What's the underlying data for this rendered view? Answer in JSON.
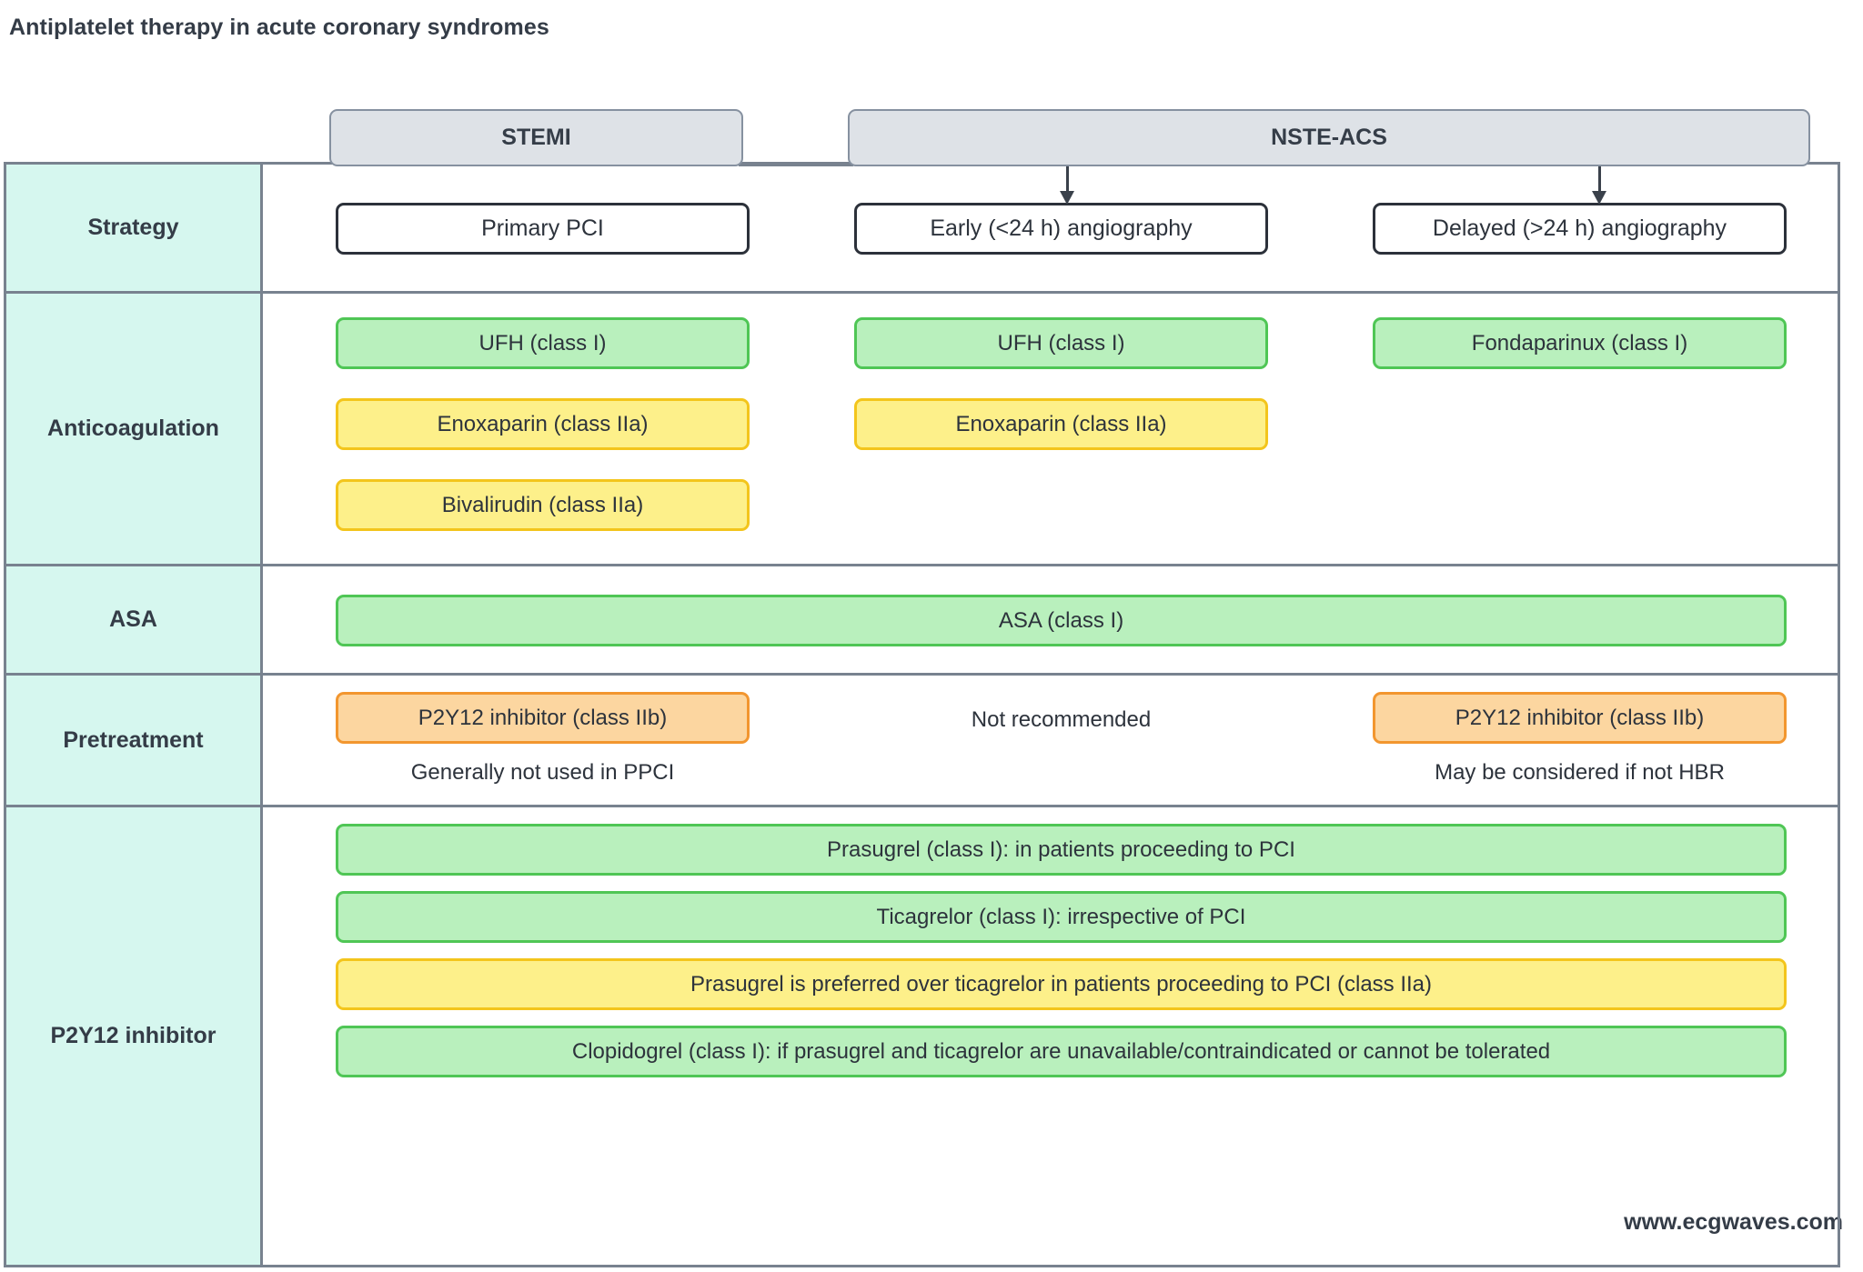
{
  "title": "Antiplatelet therapy in acute coronary syndromes",
  "headers": [
    {
      "id": "stemi",
      "label": "STEMI"
    },
    {
      "id": "nste-acs",
      "label": "NSTE-ACS"
    }
  ],
  "rows": [
    {
      "id": "strategy",
      "label": "Strategy",
      "items": [
        {
          "col": 1,
          "label": "Primary PCI",
          "style": "white"
        },
        {
          "col": 2,
          "label": "Early (<24 h) angiography",
          "style": "white"
        },
        {
          "col": 3,
          "label": "Delayed (>24 h) angiography",
          "style": "white"
        }
      ]
    },
    {
      "id": "anticoagulation",
      "label": "Anticoagulation",
      "items": [
        {
          "col": 1,
          "line": 1,
          "label": "UFH (class I)",
          "style": "green"
        },
        {
          "col": 2,
          "line": 1,
          "label": "UFH (class I)",
          "style": "green"
        },
        {
          "col": 3,
          "line": 1,
          "label": "Fondaparinux (class I)",
          "style": "green"
        },
        {
          "col": 1,
          "line": 2,
          "label": "Enoxaparin (class IIa)",
          "style": "yellow"
        },
        {
          "col": 2,
          "line": 2,
          "label": "Enoxaparin (class IIa)",
          "style": "yellow"
        },
        {
          "col": 1,
          "line": 3,
          "label": "Bivalirudin (class IIa)",
          "style": "yellow"
        }
      ]
    },
    {
      "id": "asa",
      "label": "ASA",
      "items": [
        {
          "col": "full",
          "label": "ASA (class I)",
          "style": "green"
        }
      ]
    },
    {
      "id": "pretreatment",
      "label": "Pretreatment",
      "items": [
        {
          "col": 1,
          "label": "P2Y12 inhibitor (class IIb)",
          "style": "orange"
        },
        {
          "col": 3,
          "label": "P2Y12 inhibitor (class IIb)",
          "style": "orange"
        }
      ],
      "notes": [
        {
          "col": 1,
          "label": "Generally not used in PPCI"
        },
        {
          "col": 2,
          "label": "Not recommended"
        },
        {
          "col": 3,
          "label": "May be considered if not HBR"
        }
      ]
    },
    {
      "id": "p2y12",
      "label": "P2Y12 inhibitor",
      "items": [
        {
          "col": "full",
          "line": 1,
          "label": "Prasugrel (class I): in patients proceeding to PCI",
          "style": "green"
        },
        {
          "col": "full",
          "line": 2,
          "label": "Ticagrelor (class I): irrespective of PCI",
          "style": "green"
        },
        {
          "col": "full",
          "line": 3,
          "label": "Prasugrel is preferred over ticagrelor in patients proceeding to PCI (class IIa)",
          "style": "yellow"
        },
        {
          "col": "full",
          "line": 4,
          "label": "Clopidogrel (class I): if prasugrel and ticagrelor are unavailable/contraindicated or cannot be tolerated",
          "style": "green"
        }
      ]
    }
  ],
  "watermark": "www.ecgwaves.com",
  "colors": {
    "row_label_bg": "#d6f7ef",
    "header_bg": "#dee2e7",
    "border": "#78828f",
    "class_I_fill": "#b9f0bd",
    "class_I_border": "#4fc655",
    "class_IIa_fill": "#fdf08a",
    "class_IIa_border": "#f3c51c",
    "class_IIb_fill": "#fcd6a0",
    "class_IIb_border": "#f2962f",
    "text": "#2d333c"
  }
}
